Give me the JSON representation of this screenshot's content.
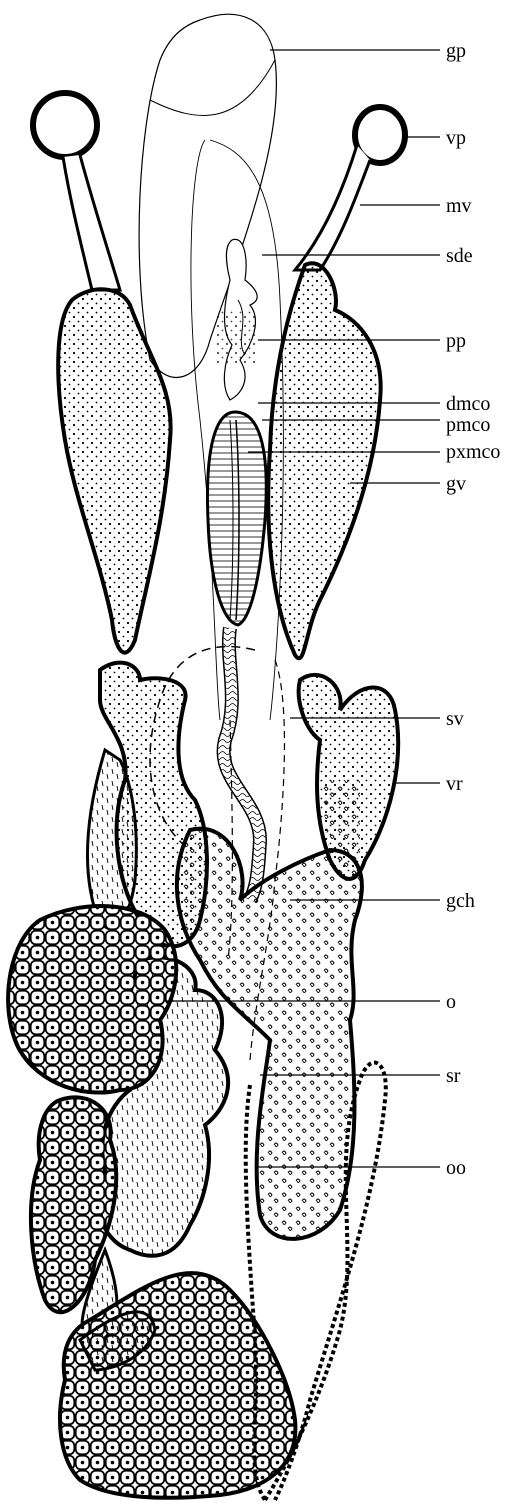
{
  "figure": {
    "labels": [
      {
        "id": "gp",
        "text": "gp"
      },
      {
        "id": "vp",
        "text": "vp"
      },
      {
        "id": "mv",
        "text": "mv"
      },
      {
        "id": "sde",
        "text": "sde"
      },
      {
        "id": "pp",
        "text": "pp"
      },
      {
        "id": "dmco",
        "text": "dmco"
      },
      {
        "id": "pmco",
        "text": "pmco"
      },
      {
        "id": "pxmco",
        "text": "pxmco"
      },
      {
        "id": "gv",
        "text": "gv"
      },
      {
        "id": "sv",
        "text": "sv"
      },
      {
        "id": "vr",
        "text": "vr"
      },
      {
        "id": "gch",
        "text": "gch"
      },
      {
        "id": "o",
        "text": "o"
      },
      {
        "id": "sr",
        "text": "sr"
      },
      {
        "id": "oo",
        "text": "oo"
      }
    ]
  }
}
